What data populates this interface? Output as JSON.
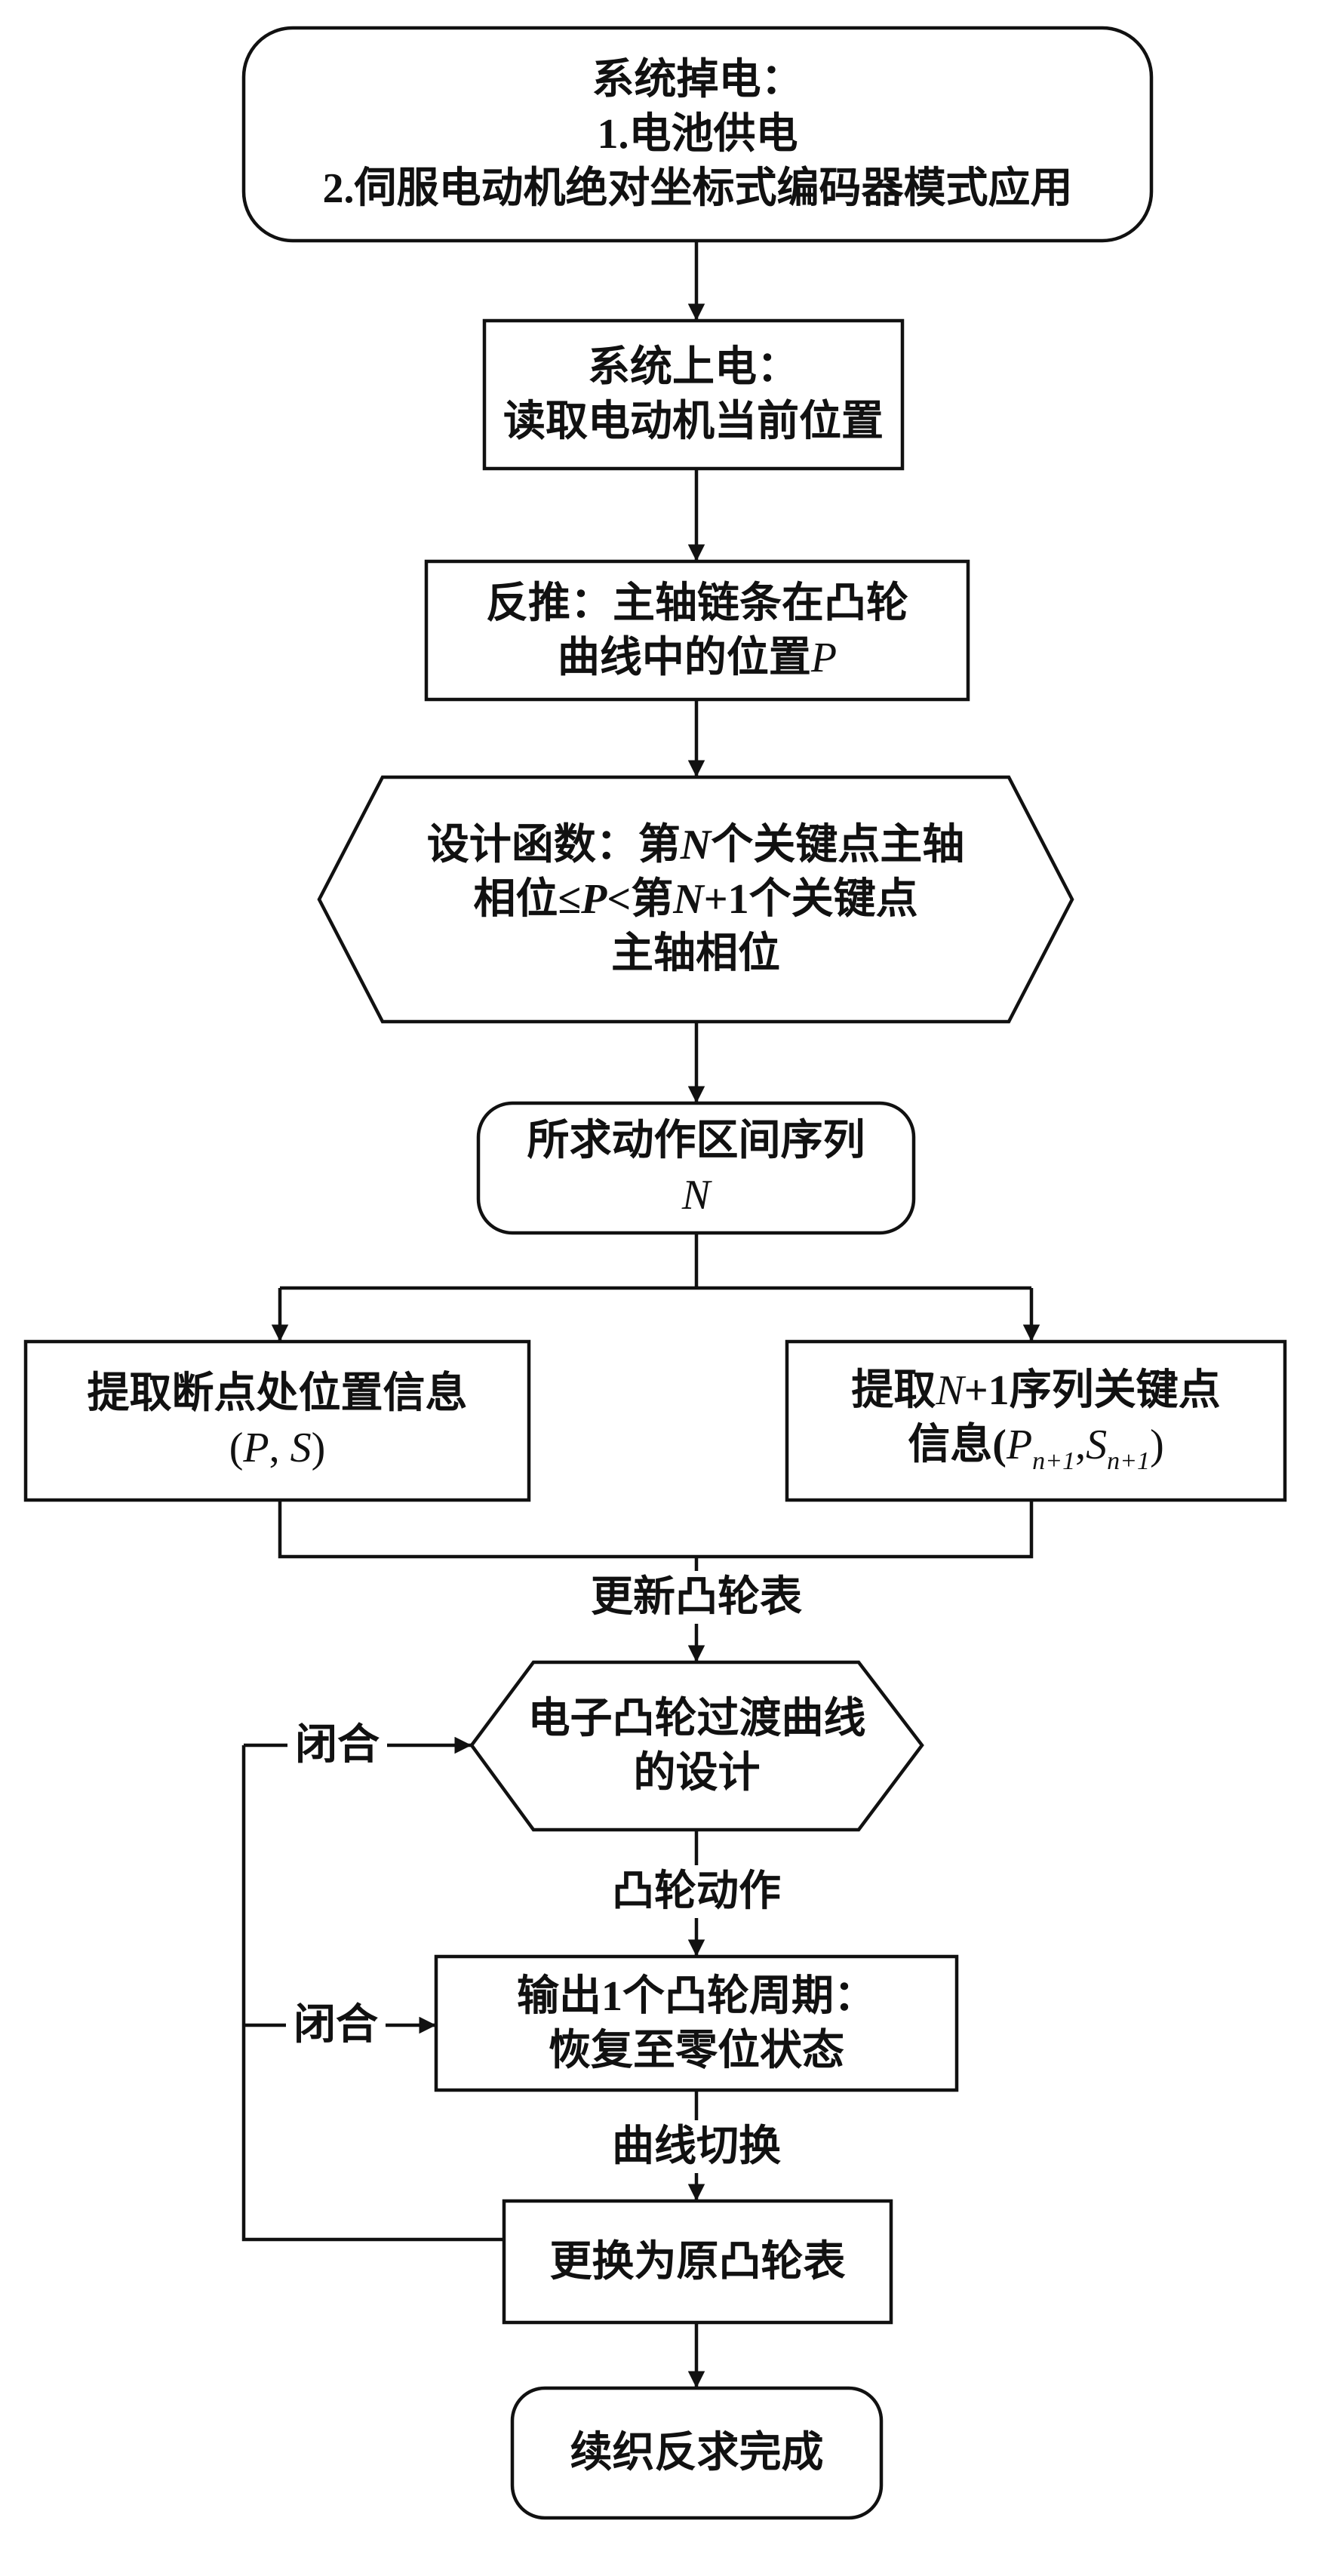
{
  "diagram": {
    "nodes": {
      "power_loss": {
        "lines": [
          "系统掉电：",
          "1.电池供电",
          "2.伺服电动机绝对坐标式编码器模式应用"
        ]
      },
      "power_on": {
        "lines": [
          "系统上电：",
          "读取电动机当前位置"
        ]
      },
      "reverse_calc": {
        "line1": "反推：主轴链条在凸轮",
        "line2": [
          "曲线中的位置",
          "P"
        ]
      },
      "design_function": {
        "line1": [
          "设计函数：第",
          "N",
          "个关键点主轴"
        ],
        "line2": [
          "相位≤",
          "P",
          "<第",
          "N",
          "+1个关键点"
        ],
        "line3": "主轴相位"
      },
      "action_sequence": {
        "line1": "所求动作区间序列",
        "line2": "N"
      },
      "breakpoint_info": {
        "line1": "提取断点处位置信息",
        "line2": [
          "(",
          "P",
          ", ",
          "S",
          ")"
        ]
      },
      "next_keypoint_info": {
        "line1": [
          "提取",
          "N",
          "+1序列关键点"
        ],
        "line2": [
          "信息(",
          "P",
          "n+1",
          ",",
          "S",
          "n+1",
          ")"
        ]
      },
      "transition_curve_design": {
        "lines": [
          "电子凸轮过渡曲线",
          "的设计"
        ]
      },
      "output_cam_cycle": {
        "lines": [
          "输出1个凸轮周期：",
          "恢复至零位状态"
        ]
      },
      "restore_cam_table": {
        "lines": [
          "更换为原凸轮表"
        ]
      },
      "complete": {
        "lines": [
          "续织反求完成"
        ]
      }
    },
    "edge_labels": {
      "update_cam_table": "更新凸轮表",
      "cam_action": "凸轮动作",
      "curve_switch": "曲线切换",
      "close_1": "闭合",
      "close_2": "闭合"
    },
    "colors": {
      "stroke": "#111111",
      "fill": "#ffffff"
    }
  }
}
